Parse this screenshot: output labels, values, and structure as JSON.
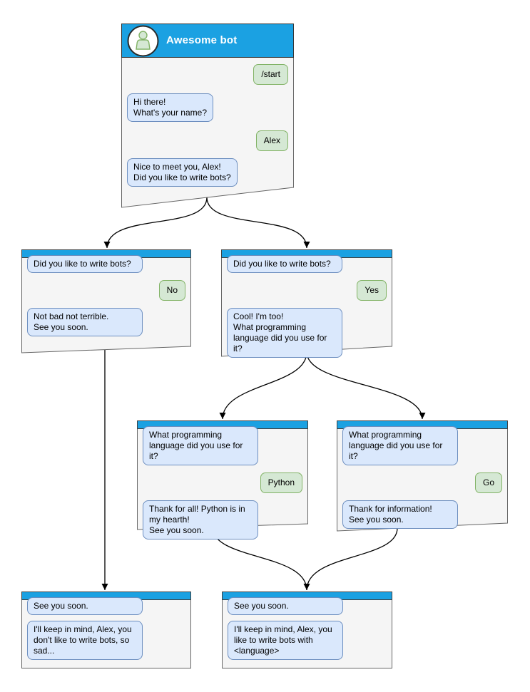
{
  "colors": {
    "header_blue": "#1BA1E2",
    "window_bg": "#F5F5F5",
    "window_border": "#666666",
    "bot_bubble_bg": "#DAE8FC",
    "bot_bubble_border": "#6C8EBF",
    "user_bubble_bg": "#D5E8D4",
    "user_bubble_border": "#82B366",
    "connector": "#000000"
  },
  "icons": {
    "avatar": "person-icon"
  },
  "windows": [
    {
      "name": "main",
      "title": "Awesome bot",
      "messages": [
        {
          "from": "user",
          "text": "/start"
        },
        {
          "from": "bot",
          "text": "Hi there!\nWhat's your name?"
        },
        {
          "from": "user",
          "text": "Alex"
        },
        {
          "from": "bot",
          "text": "Nice to meet you, Alex!\nDid you like to write bots?"
        }
      ]
    },
    {
      "name": "branch-no",
      "messages": [
        {
          "from": "bot",
          "text": "Did you like to write bots?"
        },
        {
          "from": "user",
          "text": "No"
        },
        {
          "from": "bot",
          "text": "Not bad not terrible.\nSee you soon."
        }
      ]
    },
    {
      "name": "branch-yes",
      "messages": [
        {
          "from": "bot",
          "text": "Did you like to write bots?"
        },
        {
          "from": "user",
          "text": "Yes"
        },
        {
          "from": "bot",
          "text": "Cool! I'm too!\nWhat programming\nlanguage did you use for it?"
        }
      ]
    },
    {
      "name": "branch-python",
      "messages": [
        {
          "from": "bot",
          "text": "What programming\nlanguage did you use for it?"
        },
        {
          "from": "user",
          "text": "Python"
        },
        {
          "from": "bot",
          "text": "Thank for all! Python is in\nmy hearth!\nSee you soon."
        }
      ]
    },
    {
      "name": "branch-go",
      "messages": [
        {
          "from": "bot",
          "text": "What programming\nlanguage did you use for it?"
        },
        {
          "from": "user",
          "text": "Go"
        },
        {
          "from": "bot",
          "text": "Thank for information!\nSee you soon."
        }
      ]
    },
    {
      "name": "end-no",
      "messages": [
        {
          "from": "bot",
          "text": "See you soon."
        },
        {
          "from": "bot",
          "text": "I'll keep in mind, Alex, you\ndon't like to write bots, so\nsad..."
        }
      ]
    },
    {
      "name": "end-yes",
      "messages": [
        {
          "from": "bot",
          "text": "See you soon."
        },
        {
          "from": "bot",
          "text": "I'll keep in mind, Alex, you\nlike to write bots with\n<language>"
        }
      ]
    }
  ]
}
